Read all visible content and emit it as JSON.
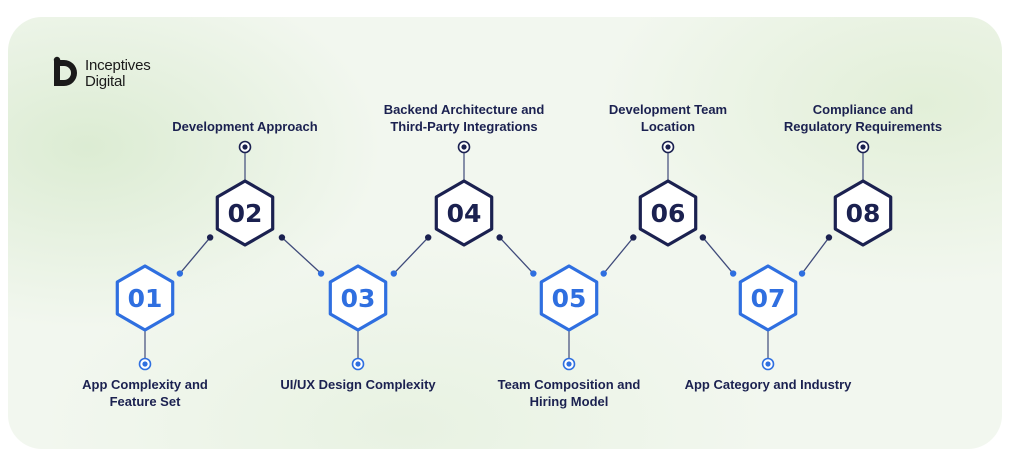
{
  "brand": {
    "name": "Inceptives",
    "sub": "Digital"
  },
  "colors": {
    "blue": "#2f6fe0",
    "navy": "#1b2150"
  },
  "steps": [
    {
      "number": "01",
      "label": "App Complexity and Feature Set",
      "tone": "blue"
    },
    {
      "number": "02",
      "label": "Development Approach",
      "tone": "navy"
    },
    {
      "number": "03",
      "label": "UI/UX Design Complexity",
      "tone": "blue"
    },
    {
      "number": "04",
      "label": "Backend Architecture and Third-Party Integrations",
      "tone": "navy"
    },
    {
      "number": "05",
      "label": "Team Composition and Hiring Model",
      "tone": "blue"
    },
    {
      "number": "06",
      "label": "Development Team Location",
      "tone": "navy"
    },
    {
      "number": "07",
      "label": "App Category and Industry",
      "tone": "blue"
    },
    {
      "number": "08",
      "label": "Compliance and Regulatory Requirements",
      "tone": "navy"
    }
  ]
}
